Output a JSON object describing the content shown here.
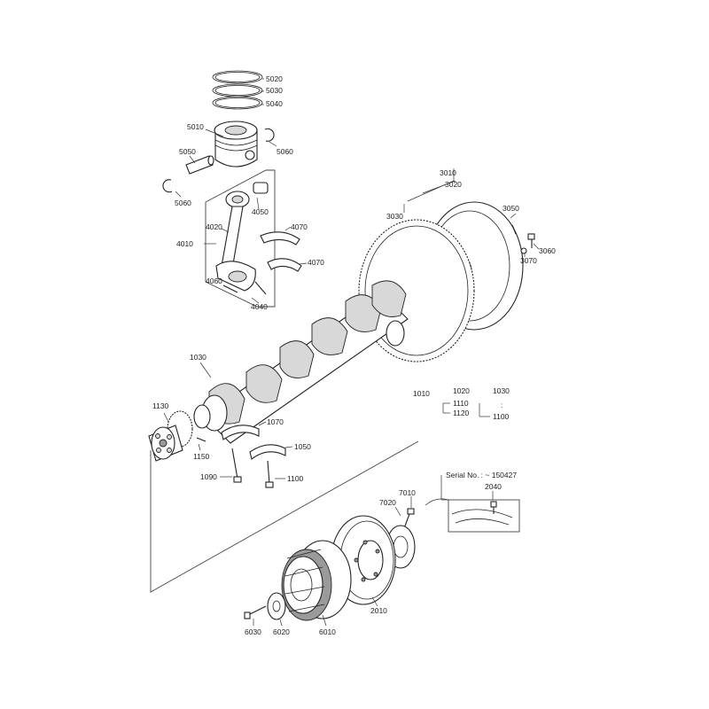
{
  "labels": {
    "p5020": "5020",
    "p5030": "5030",
    "p5040": "5040",
    "p5010": "5010",
    "p5050": "5050",
    "p5060a": "5060",
    "p5060b": "5060",
    "p4010": "4010",
    "p4020": "4020",
    "p4050": "4050",
    "p4070a": "4070",
    "p4070b": "4070",
    "p4060": "4060",
    "p4040": "4040",
    "p3010": "3010",
    "p3020": "3020",
    "p3030": "3030",
    "p3050": "3050",
    "p3060": "3060",
    "p3070": "3070",
    "p1030a": "1030",
    "p1010": "1010",
    "p1020": "1020",
    "p1030b": "1030",
    "p1110": "1110",
    "p1120": "1120",
    "p1100a": "1100",
    "p1130": "1130",
    "p1070": "1070",
    "p1150": "1150",
    "p1050": "1050",
    "p1090": "1090",
    "p1100b": "1100",
    "serial": "Serial No. : ~ 150427",
    "p2040": "2040",
    "p7010": "7010",
    "p7020": "7020",
    "p2010": "2010",
    "p6030": "6030",
    "p6020": "6020",
    "p6010": "6010"
  },
  "icons": [
    "piston-ring",
    "piston",
    "piston-pin",
    "snap-ring",
    "connecting-rod",
    "bearing-shell",
    "flywheel",
    "ring-gear",
    "crankshaft",
    "bolt",
    "gear",
    "pulley",
    "damper",
    "washer"
  ]
}
